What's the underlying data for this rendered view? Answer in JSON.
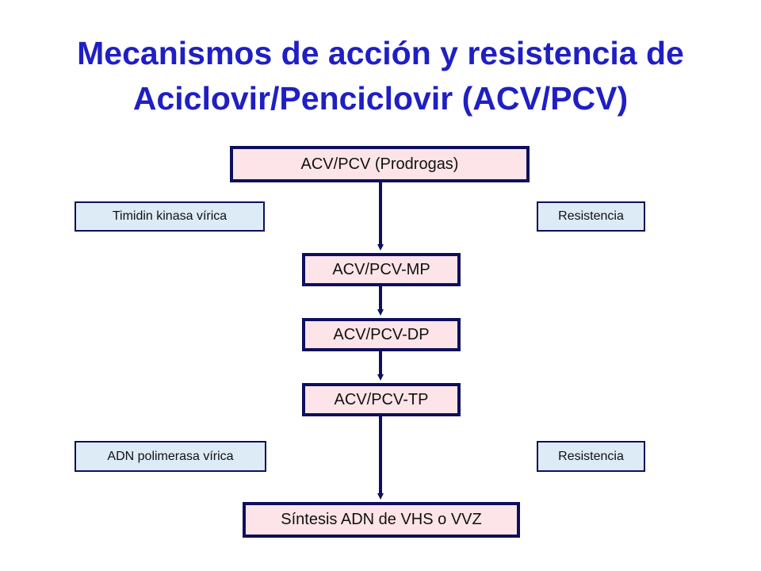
{
  "title": {
    "line1": "Mecanismos de acción y resistencia de",
    "line2": "Aciclovir/Penciclovir (ACV/PCV)"
  },
  "nodes": {
    "prodrug": "ACV/PCV (Prodrogas)",
    "mp": "ACV/PCV-MP",
    "dp": "ACV/PCV-DP",
    "tp": "ACV/PCV-TP",
    "synthesis": "Síntesis ADN de VHS o VVZ"
  },
  "side": {
    "tk": "Timidin kinasa vírica",
    "res1": "Resistencia",
    "pol": "ADN polimerasa vírica",
    "res2": "Resistencia"
  },
  "colors": {
    "title": "#1f1fc4",
    "main_fill": "#fce4e8",
    "side_fill": "#dcebf6",
    "border": "#0f0f5a"
  }
}
